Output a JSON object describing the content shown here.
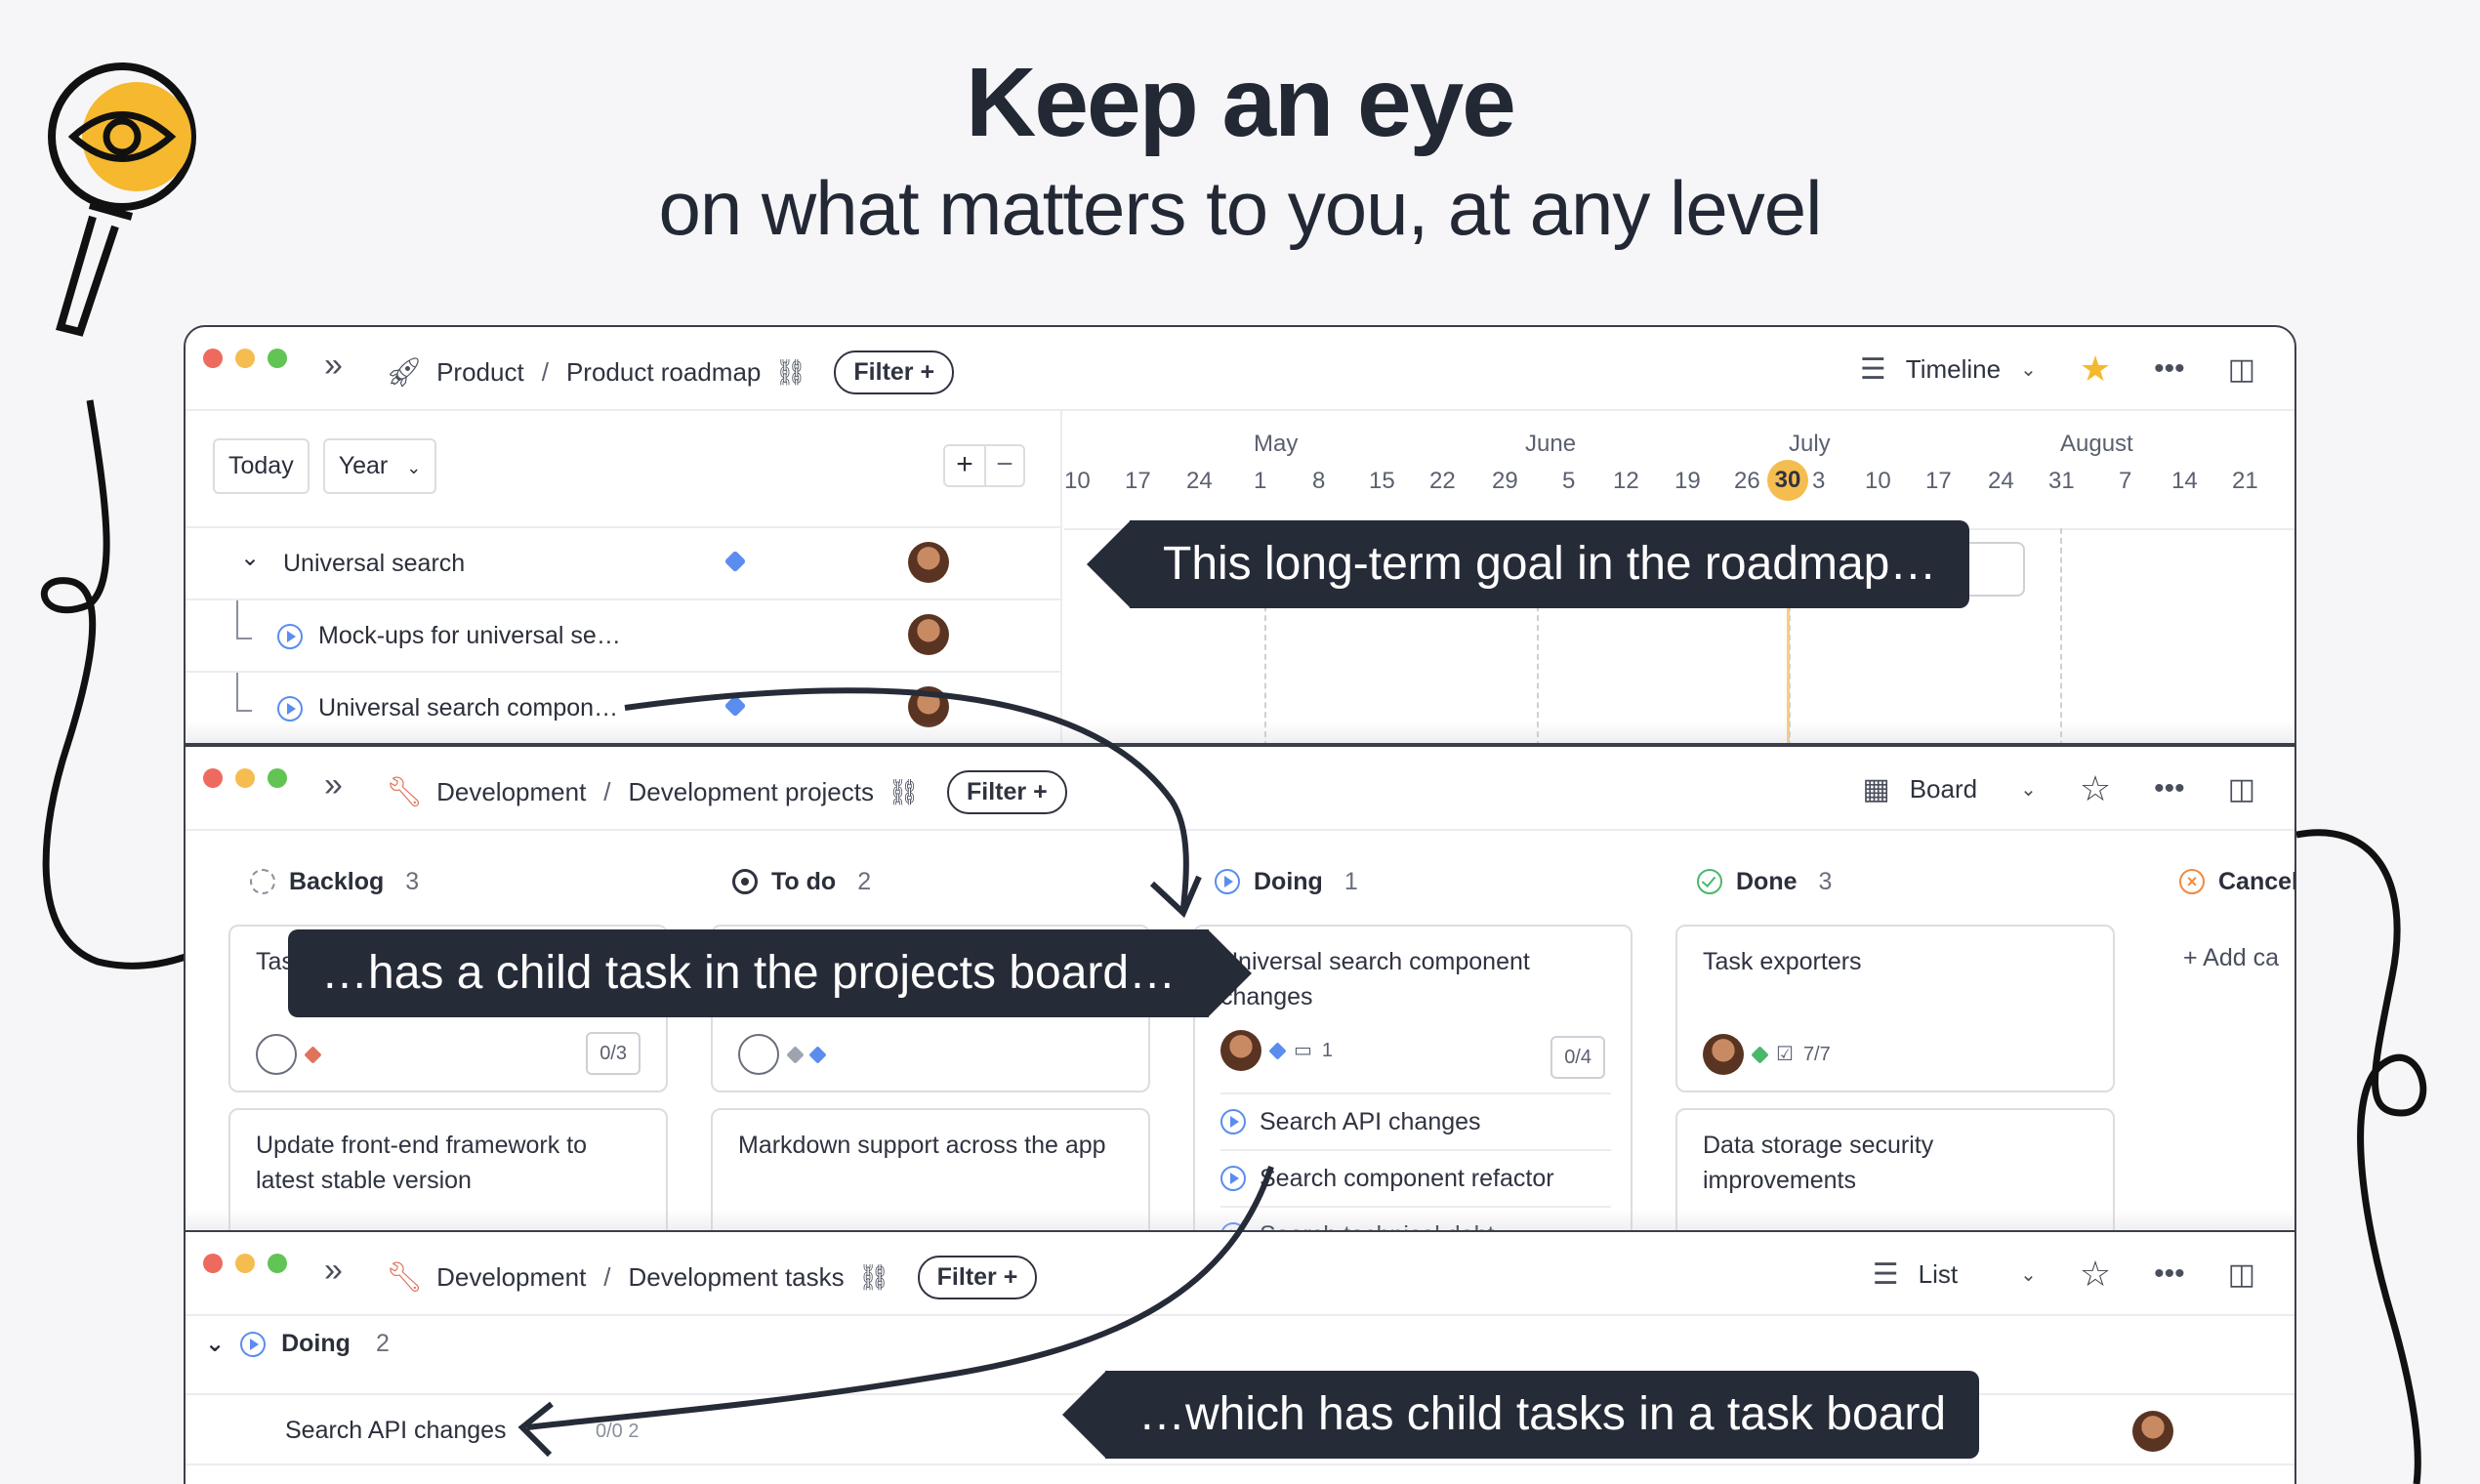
{
  "hero": {
    "title": "Keep an eye",
    "subtitle": "on what matters to you, at any level"
  },
  "timeline_panel": {
    "breadcrumb": {
      "project": "Product",
      "page": "Product roadmap"
    },
    "filter_label": "Filter +",
    "view_label": "Timeline",
    "today_label": "Today",
    "range_label": "Year",
    "months": [
      "May",
      "June",
      "July",
      "August"
    ],
    "days": [
      "10",
      "17",
      "24",
      "1",
      "8",
      "15",
      "22",
      "29",
      "5",
      "12",
      "19",
      "26",
      "3",
      "10",
      "17",
      "24",
      "31",
      "7",
      "14",
      "21"
    ],
    "today_marker": "30",
    "rows": [
      {
        "name": "Universal search"
      },
      {
        "name": "Mock-ups for universal se…"
      },
      {
        "name": "Universal search compon…"
      }
    ]
  },
  "board_panel": {
    "breadcrumb": {
      "project": "Development",
      "page": "Development projects"
    },
    "filter_label": "Filter +",
    "view_label": "Board",
    "columns": [
      {
        "name": "Backlog",
        "count": "3"
      },
      {
        "name": "To do",
        "count": "2"
      },
      {
        "name": "Doing",
        "count": "1"
      },
      {
        "name": "Done",
        "count": "3"
      },
      {
        "name": "Cancel"
      }
    ],
    "backlog_cards": [
      {
        "title": "Tas",
        "progress": "0/3"
      },
      {
        "title": "Update front-end framework to latest stable version"
      }
    ],
    "todo_cards": [
      {
        "title": "Markdown support across the app"
      }
    ],
    "doing_card": {
      "title": "Universal search component changes",
      "comments": "1",
      "progress": "0/4",
      "subtasks": [
        "Search API changes",
        "Search component refactor",
        "Search technical debt"
      ]
    },
    "done_cards": [
      {
        "title": "Task exporters",
        "checklist": "7/7"
      },
      {
        "title": "Data storage security improvements"
      }
    ],
    "add_card_label": "+ Add ca"
  },
  "list_panel": {
    "breadcrumb": {
      "project": "Development",
      "page": "Development tasks"
    },
    "filter_label": "Filter +",
    "view_label": "List",
    "group": {
      "name": "Doing",
      "count": "2"
    },
    "rows": [
      {
        "name": "Search API changes",
        "meta": "0/0   2"
      }
    ]
  },
  "callouts": {
    "roadmap": "This long-term goal in the roadmap…",
    "projects": "…has a child task in the projects board…",
    "tasks": "…which has child tasks in a task board"
  },
  "colors": {
    "accent_yellow": "#f5bd4f",
    "callout_bg": "#262b38",
    "doing_blue": "#5b8def",
    "done_green": "#49b86b",
    "cancel_orange": "#f08a3e"
  }
}
